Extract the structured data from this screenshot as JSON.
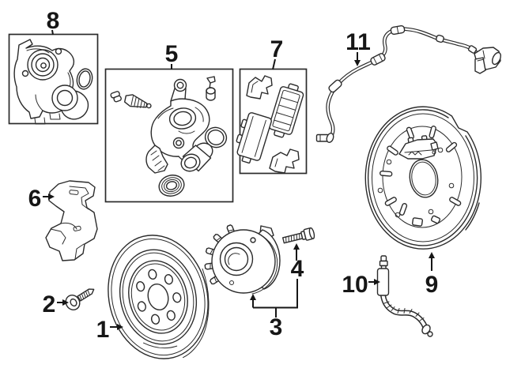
{
  "diagram": {
    "title": "rear disc brake components exploded diagram",
    "background_color": "#ffffff",
    "line_color": "#2b2b2b",
    "label_color": "#161616",
    "callouts": [
      {
        "label": "1",
        "part": "brake-rotor"
      },
      {
        "label": "2",
        "part": "rotor-retaining-screw"
      },
      {
        "label": "3",
        "part": "hub-and-bearing-assembly"
      },
      {
        "label": "4",
        "part": "wheel-stud-bolt"
      },
      {
        "label": "5",
        "part": "brake-caliper-assembly"
      },
      {
        "label": "6",
        "part": "caliper-mounting-bracket"
      },
      {
        "label": "7",
        "part": "brake-pad-set"
      },
      {
        "label": "8",
        "part": "parking-brake-actuator"
      },
      {
        "label": "9",
        "part": "backing-plate-dust-shield"
      },
      {
        "label": "10",
        "part": "brake-hydraulic-hose"
      },
      {
        "label": "11",
        "part": "abs-wheel-speed-sensor-harness"
      }
    ]
  }
}
